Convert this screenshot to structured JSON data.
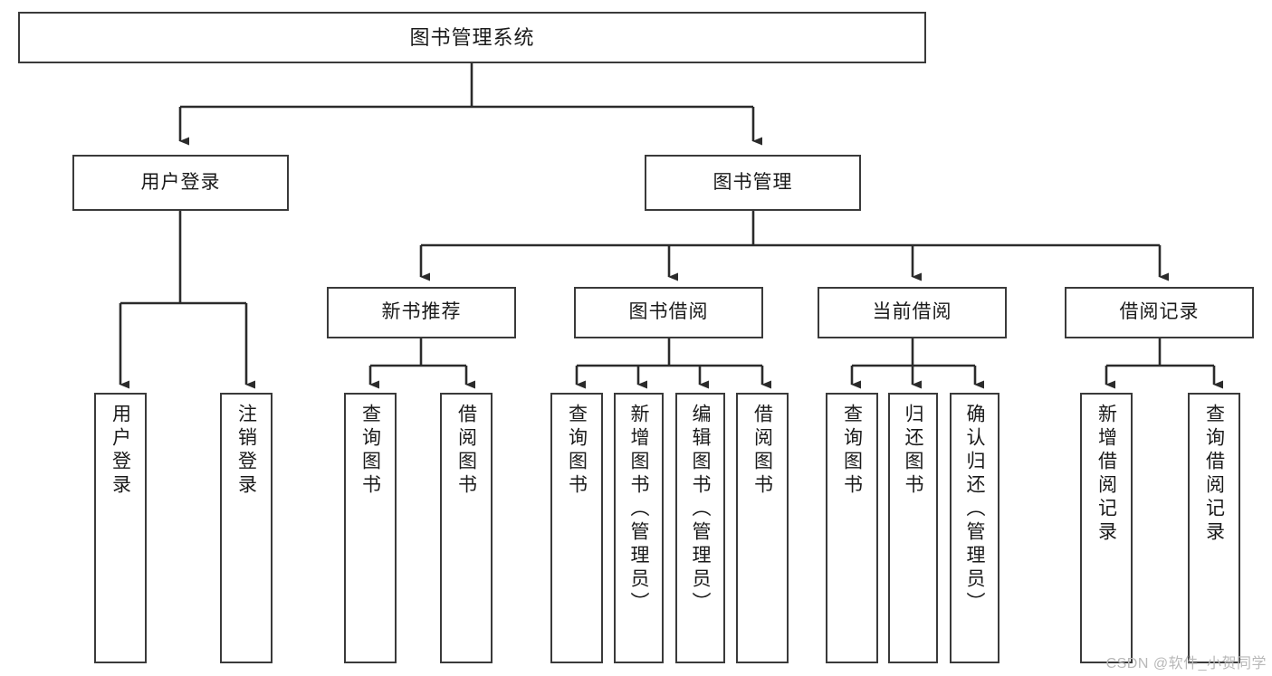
{
  "diagram": {
    "title": "图书管理系统",
    "type": "tree-hierarchy-diagram",
    "colors": {
      "background": "#ffffff",
      "box_border": "#3a3a3a",
      "box_fill": "#ffffff",
      "text": "#1a1a1a",
      "edge": "#2b2b2b",
      "watermark": "#b8b8b8"
    },
    "root": {
      "label": "图书管理系统"
    },
    "level1": [
      {
        "label": "用户登录"
      },
      {
        "label": "图书管理"
      }
    ],
    "level2": [
      {
        "label": "新书推荐"
      },
      {
        "label": "图书借阅"
      },
      {
        "label": "当前借阅"
      },
      {
        "label": "借阅记录"
      }
    ],
    "leaves": {
      "user_login": [
        {
          "label": "用户登录"
        },
        {
          "label": "注销登录"
        }
      ],
      "new_book_recommend": [
        {
          "label": "查询图书"
        },
        {
          "label": "借阅图书"
        }
      ],
      "book_borrow": [
        {
          "label": "查询图书"
        },
        {
          "label": "新增图书（管理员）"
        },
        {
          "label": "编辑图书（管理员）"
        },
        {
          "label": "借阅图书"
        }
      ],
      "current_borrow": [
        {
          "label": "查询图书"
        },
        {
          "label": "归还图书"
        },
        {
          "label": "确认归还（管理员）"
        }
      ],
      "borrow_record": [
        {
          "label": "新增借阅记录"
        },
        {
          "label": "查询借阅记录"
        }
      ]
    }
  },
  "watermark": {
    "text": "CSDN @软件_小贺同学"
  }
}
